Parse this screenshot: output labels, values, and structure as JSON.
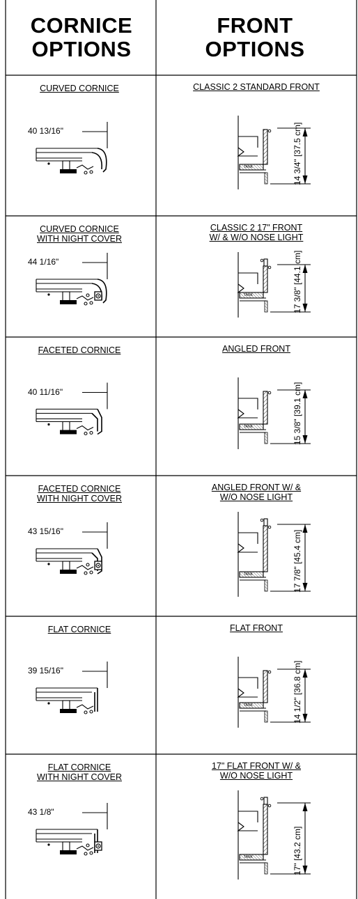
{
  "headers": {
    "cornice": [
      "CORNICE",
      "OPTIONS"
    ],
    "front": [
      "FRONT",
      "OPTIONS"
    ]
  },
  "rows": [
    {
      "cornice": {
        "caption": [
          "CURVED CORNICE"
        ],
        "dimension": "40 13/16\"",
        "style": "curved",
        "night_cover": false
      },
      "front": {
        "caption": [
          "CLASSIC 2 STANDARD FRONT"
        ],
        "dimension": "14 3/4\" [37.5 cm]",
        "tank_label": "TANK"
      }
    },
    {
      "cornice": {
        "caption": [
          "CURVED CORNICE",
          "WITH NIGHT COVER"
        ],
        "dimension": "44 1/16\"",
        "style": "curved",
        "night_cover": true
      },
      "front": {
        "caption": [
          "CLASSIC 2 17\" FRONT",
          "W/ & W/O NOSE LIGHT"
        ],
        "dimension": "17 3/8\" [44.1 cm]",
        "tank_label": "TANK"
      }
    },
    {
      "cornice": {
        "caption": [
          "FACETED CORNICE"
        ],
        "dimension": "40 11/16\"",
        "style": "faceted",
        "night_cover": false
      },
      "front": {
        "caption": [
          "ANGLED FRONT"
        ],
        "dimension": "15 3/8\" [39.1 cm]",
        "tank_label": "TANK"
      }
    },
    {
      "cornice": {
        "caption": [
          "FACETED CORNICE",
          "WITH NIGHT COVER"
        ],
        "dimension": "43 15/16\"",
        "style": "faceted",
        "night_cover": true
      },
      "front": {
        "caption": [
          "ANGLED FRONT W/ &",
          "W/O NOSE LIGHT"
        ],
        "dimension": "17 7/8\" [45.4 cm]",
        "tank_label": "TANK"
      }
    },
    {
      "cornice": {
        "caption": [
          "FLAT CORNICE"
        ],
        "dimension": "39 15/16\"",
        "style": "flat",
        "night_cover": false
      },
      "front": {
        "caption": [
          "FLAT FRONT"
        ],
        "dimension": "14 1/2\" [36.8 cm]",
        "tank_label": "TANK"
      }
    },
    {
      "cornice": {
        "caption": [
          "FLAT CORNICE",
          "WITH NIGHT COVER"
        ],
        "dimension": "43 1/8\"",
        "style": "flat",
        "night_cover": true
      },
      "front": {
        "caption": [
          "17\" FLAT FRONT W/ &",
          "W/O NOSE LIGHT"
        ],
        "dimension": "17\" [43.2 cm]",
        "tank_label": "TANK"
      }
    }
  ]
}
